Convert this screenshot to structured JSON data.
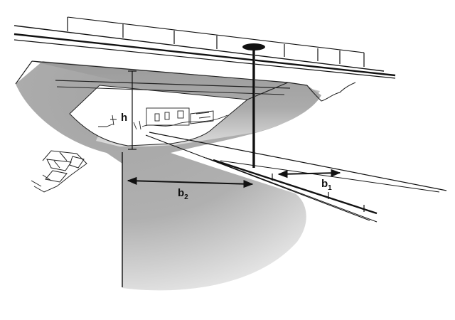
{
  "labels": {
    "h": "h",
    "b1_main": "b",
    "b1_sub": "1",
    "b2_main": "b",
    "b2_sub": "2"
  },
  "colors": {
    "ink": "#111111",
    "shadow_gray": "#a6a6a6",
    "shadow_light": "#d4d4d4",
    "background": "#ffffff"
  }
}
